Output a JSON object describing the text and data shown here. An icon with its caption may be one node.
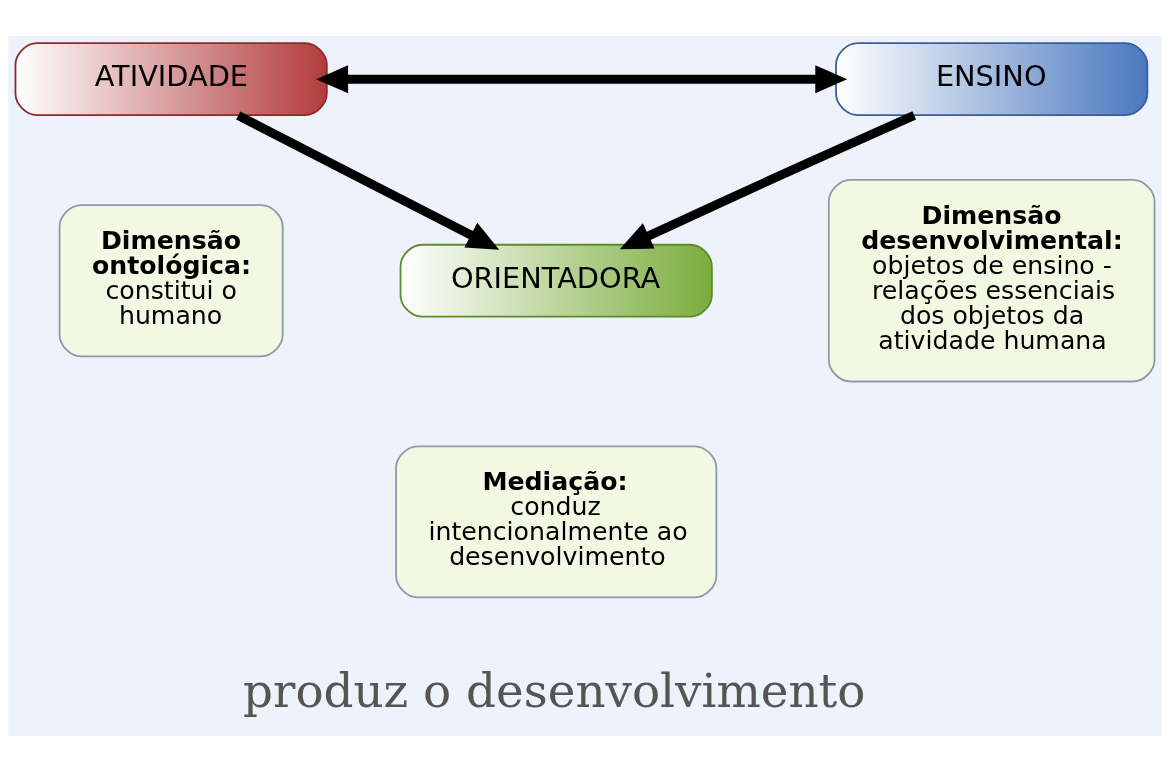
{
  "diagram": {
    "nodes": [
      {
        "text": [
          "ATIVIDADE"
        ]
      },
      {
        "text": [
          "ENSINO"
        ]
      },
      {
        "text": [
          "Dimensão ontológica:",
          "constitui o humano"
        ]
      },
      {
        "text": [
          "Dimensão desenvolvimental:",
          "objetos de ensino - relações essenciais dos objetos da atividade humana"
        ]
      },
      {
        "text": [
          "ORIENTADORA"
        ]
      },
      {
        "text": [
          "Mediação:",
          "conduz intencionalmente ao desenvolvimento"
        ]
      }
    ],
    "edges": [
      {
        "from": 0,
        "to": 1,
        "arrow": "both"
      },
      {
        "from": 0,
        "to": 4,
        "arrow": "to"
      },
      {
        "from": 1,
        "to": 4,
        "arrow": "to"
      }
    ],
    "labels": [
      "produz o desenvolvimento"
    ]
  }
}
